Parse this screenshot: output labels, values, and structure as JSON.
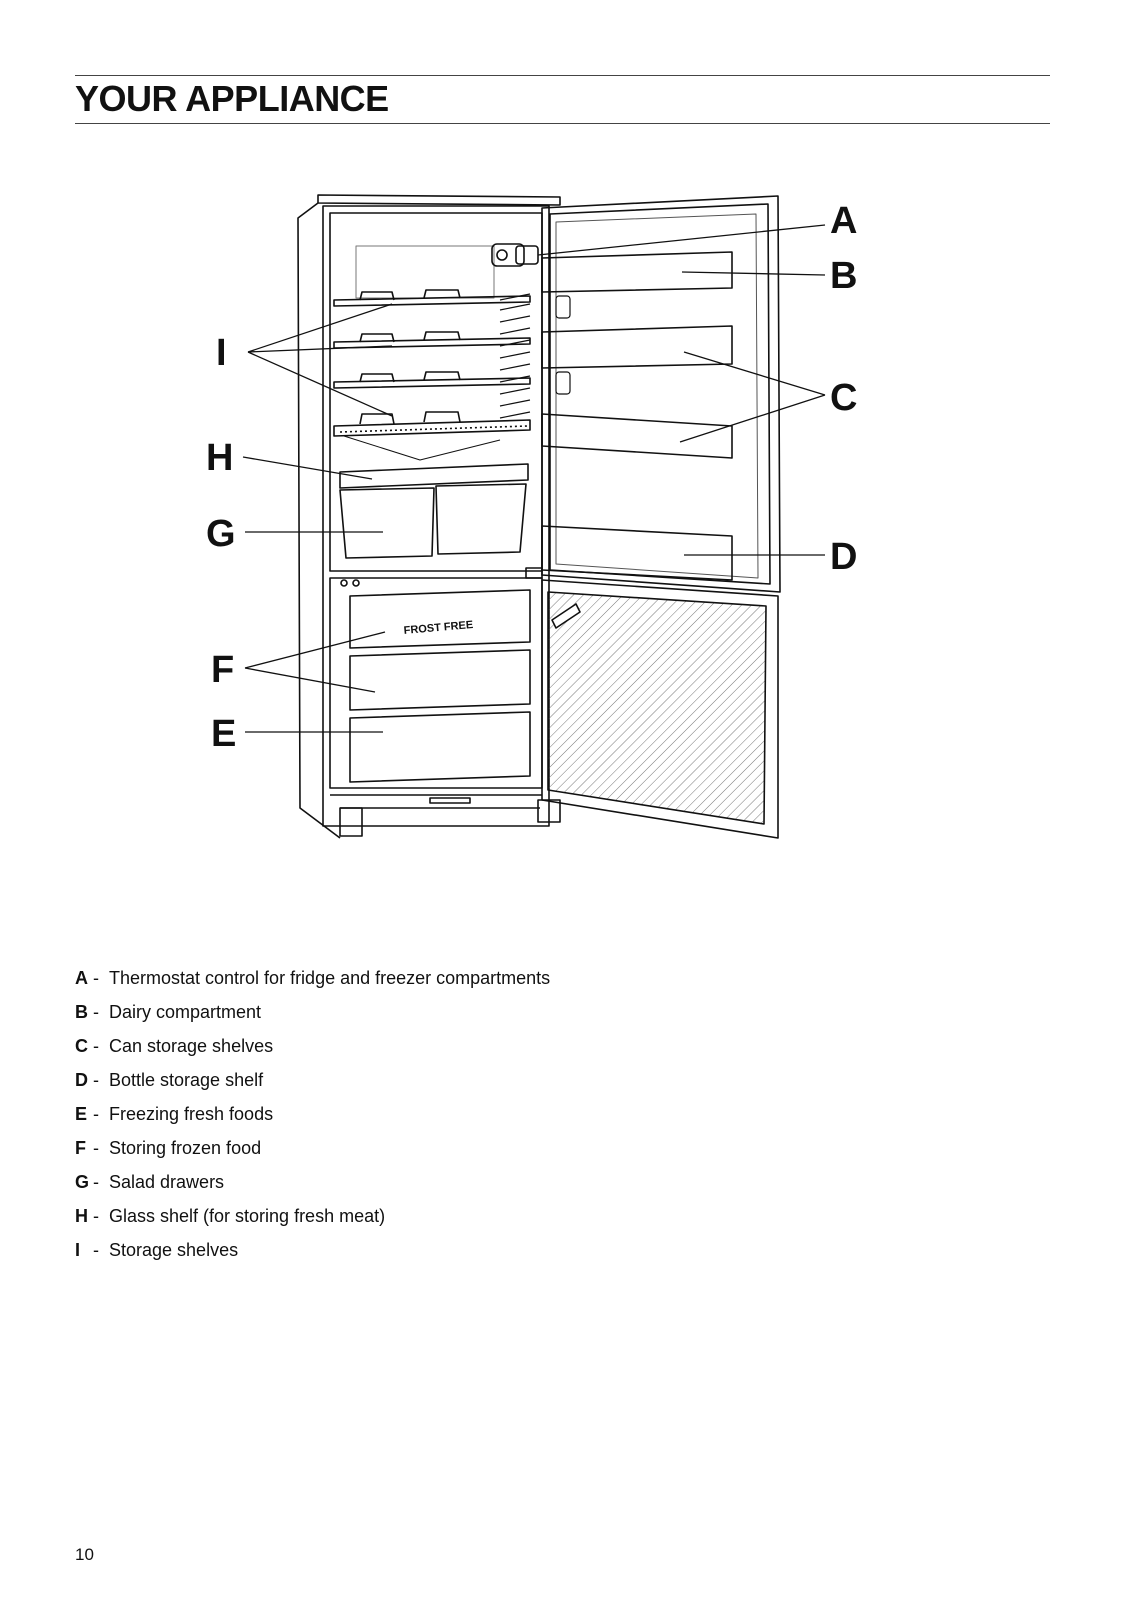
{
  "page": {
    "title": "YOUR APPLIANCE",
    "page_number": "10"
  },
  "diagram": {
    "callouts": {
      "A": "A",
      "B": "B",
      "C": "C",
      "D": "D",
      "E": "E",
      "F": "F",
      "G": "G",
      "H": "H",
      "I": "I"
    },
    "drawer_label": "FROST FREE"
  },
  "legend": [
    {
      "letter": "A",
      "text": "Thermostat control for fridge and freezer compartments"
    },
    {
      "letter": "B",
      "text": "Dairy compartment"
    },
    {
      "letter": "C",
      "text": "Can storage shelves"
    },
    {
      "letter": "D",
      "text": "Bottle storage shelf"
    },
    {
      "letter": "E",
      "text": "Freezing fresh foods"
    },
    {
      "letter": "F",
      "text": "Storing frozen food"
    },
    {
      "letter": "G",
      "text": "Salad drawers"
    },
    {
      "letter": "H",
      "text": "Glass shelf (for storing fresh meat)"
    },
    {
      "letter": "I",
      "text": "Storage shelves"
    }
  ]
}
